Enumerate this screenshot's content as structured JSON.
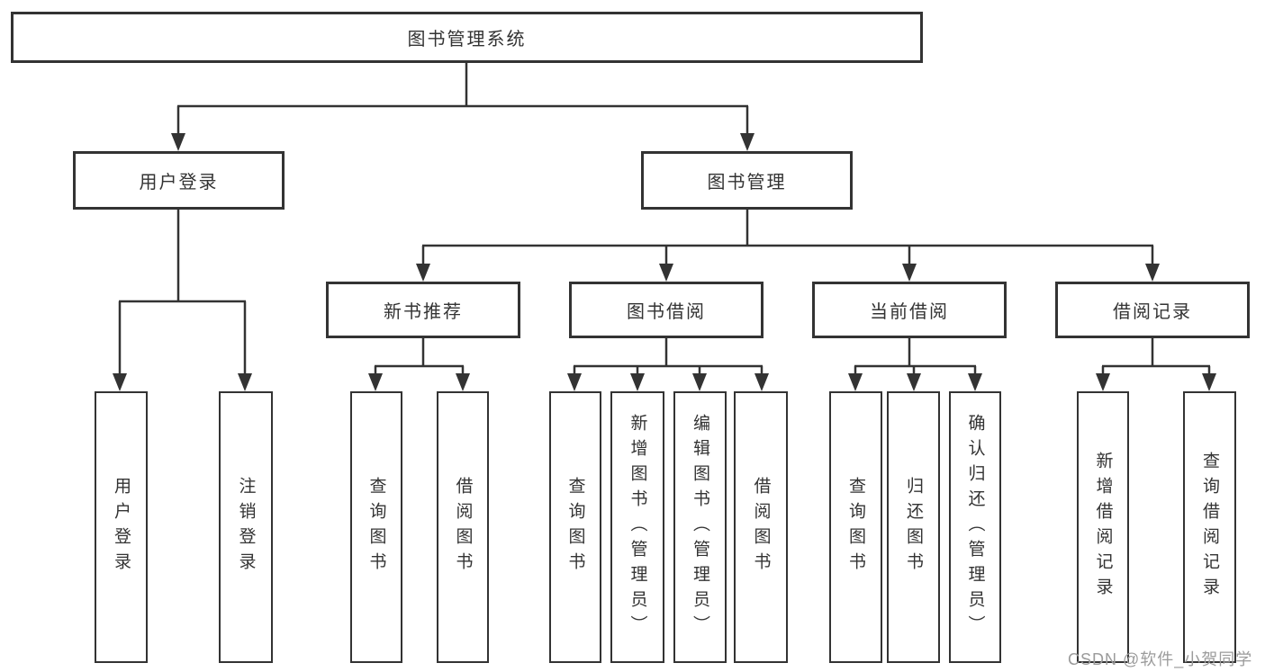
{
  "diagram_type": "tree-hierarchy",
  "colors": {
    "line": "#333333",
    "box_border": "#333333",
    "text": "#333333",
    "background": "#ffffff",
    "watermark": "#9b9b9b"
  },
  "watermark": {
    "text": "CSDN @软件_小贺同学"
  },
  "nodes": {
    "root": {
      "label": "图书管理系统"
    },
    "level2": [
      {
        "id": "user-login",
        "label": "用户登录"
      },
      {
        "id": "book-management",
        "label": "图书管理"
      }
    ],
    "level3": [
      {
        "id": "new-book-recommend",
        "parent": "book-management",
        "label": "新书推荐"
      },
      {
        "id": "book-borrow",
        "parent": "book-management",
        "label": "图书借阅"
      },
      {
        "id": "current-borrow",
        "parent": "book-management",
        "label": "当前借阅"
      },
      {
        "id": "borrow-records",
        "parent": "book-management",
        "label": "借阅记录"
      }
    ],
    "leaves": [
      {
        "parent": "user-login",
        "label": "用户登录"
      },
      {
        "parent": "user-login",
        "label": "注销登录"
      },
      {
        "parent": "new-book-recommend",
        "label": "查询图书"
      },
      {
        "parent": "new-book-recommend",
        "label": "借阅图书"
      },
      {
        "parent": "book-borrow",
        "label": "查询图书"
      },
      {
        "parent": "book-borrow",
        "label": "新增图书（管理员）"
      },
      {
        "parent": "book-borrow",
        "label": "编辑图书（管理员）"
      },
      {
        "parent": "book-borrow",
        "label": "借阅图书"
      },
      {
        "parent": "current-borrow",
        "label": "查询图书"
      },
      {
        "parent": "current-borrow",
        "label": "归还图书"
      },
      {
        "parent": "current-borrow",
        "label": "确认归还（管理员）"
      },
      {
        "parent": "borrow-records",
        "label": "新增借阅记录"
      },
      {
        "parent": "borrow-records",
        "label": "查询借阅记录"
      }
    ]
  }
}
